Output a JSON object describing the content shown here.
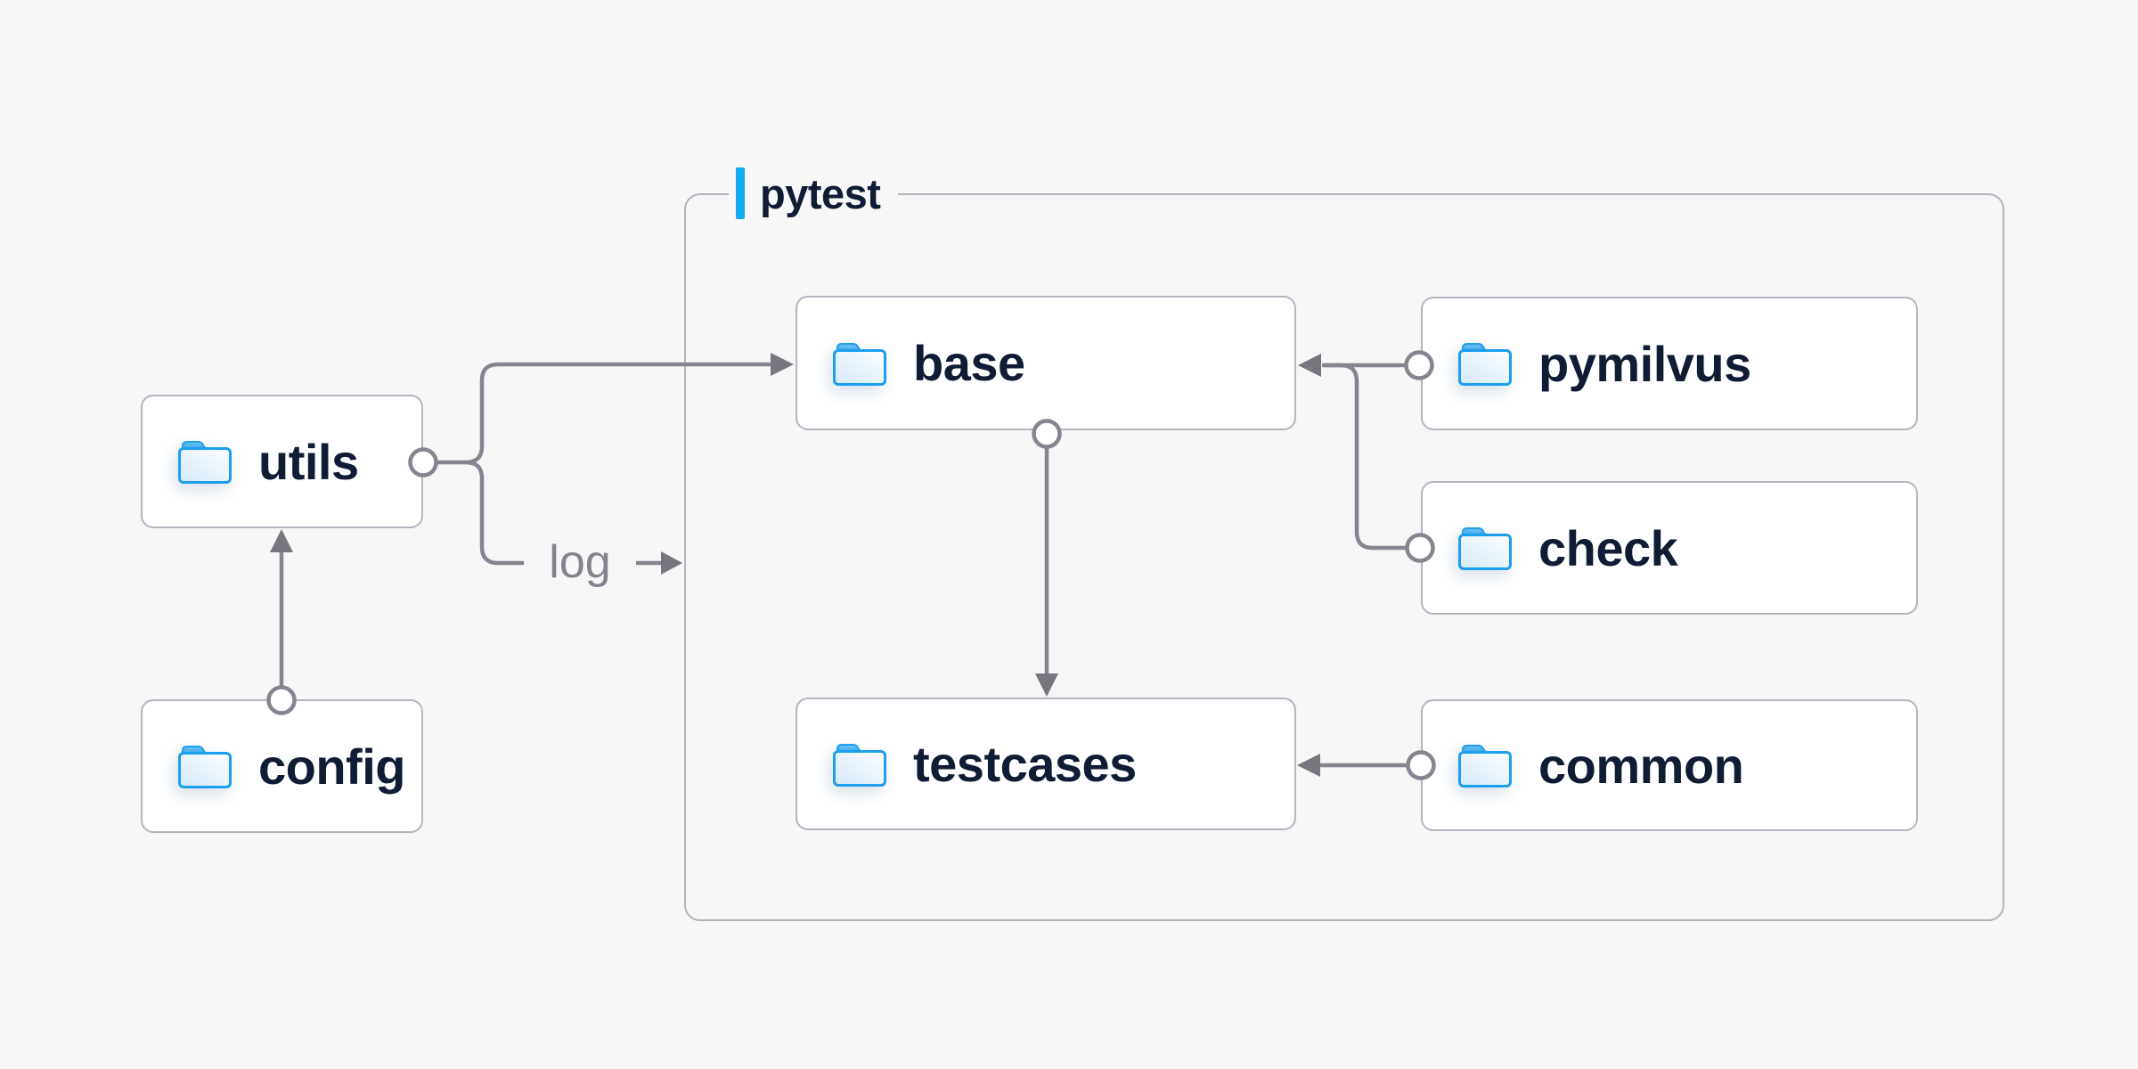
{
  "diagram": {
    "group": {
      "label": "pytest"
    },
    "nodes": {
      "utils": {
        "label": "utils",
        "icon": "folder-icon"
      },
      "config": {
        "label": "config",
        "icon": "folder-icon"
      },
      "base": {
        "label": "base",
        "icon": "folder-icon"
      },
      "testcases": {
        "label": "testcases",
        "icon": "folder-icon"
      },
      "pymilvus": {
        "label": "pymilvus",
        "icon": "folder-icon"
      },
      "check": {
        "label": "check",
        "icon": "folder-icon"
      },
      "common": {
        "label": "common",
        "icon": "folder-icon"
      }
    },
    "log_edge": {
      "label": "log"
    },
    "edges": [
      {
        "from": "utils",
        "to": "base"
      },
      {
        "from": "utils",
        "to": "pytest-group",
        "label": "log"
      },
      {
        "from": "config",
        "to": "utils"
      },
      {
        "from": "base",
        "to": "testcases"
      },
      {
        "from": "pymilvus",
        "to": "base"
      },
      {
        "from": "check",
        "to": "base"
      },
      {
        "from": "common",
        "to": "testcases"
      }
    ],
    "colors": {
      "background": "#f7f7f8",
      "node_fill": "#ffffff",
      "node_border": "#b5b4bf",
      "group_border": "#b5b4bf",
      "connector": "#86858f",
      "arrowhead": "#77767f",
      "node_text": "#101c34",
      "edge_label_text": "#84838e",
      "accent_bar": "#13aaf2",
      "folder_outline": "#1c9fec"
    }
  }
}
